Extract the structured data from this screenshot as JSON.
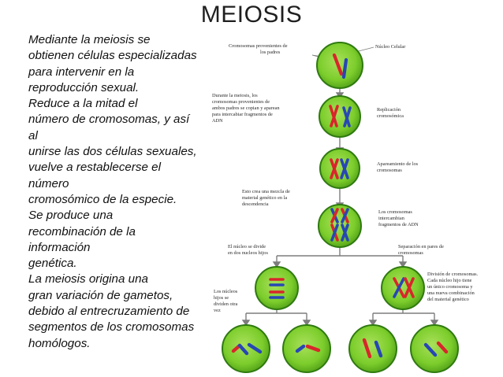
{
  "slide": {
    "title": "MEIOSIS",
    "body_lines": [
      "Mediante la meiosis se",
      "obtienen células especializadas",
      "para intervenir en la",
      "reproducción sexual.",
      "Reduce a la mitad el",
      "número de cromosomas, y así",
      "al",
      "unirse las dos células sexuales,",
      "vuelve a restablecerse el",
      "número",
      "cromosómico de la especie.",
      "Se produce una",
      "recombinación de la",
      "información",
      "genética.",
      "La meiosis origina una",
      "gran variación de gametos,",
      "debido al entrecruzamiento de",
      "segmentos de los cromosomas",
      "homólogos."
    ]
  },
  "diagram": {
    "label_parents_1": "Cromosomas provenientes de",
    "label_parents_2": "los padres",
    "label_nucleus": "Núcleo Celular",
    "label_during_1": "Durante la meiosis, los",
    "label_during_2": "cromosomas provenientes de",
    "label_during_3": "ambos padres se copian y aparean",
    "label_during_4": "para intercabiar fragmentos de",
    "label_during_5": "ADN",
    "label_replication_1": "Replicación",
    "label_replication_2": "cromosómica",
    "label_pairing_1": "Apareamiento de los",
    "label_pairing_2": "cromosomas",
    "label_mix_1": "Esto crea una mezcla de",
    "label_mix_2": "material genético en la",
    "label_mix_3": "descendencia",
    "label_exchange_1": "Los cromosomas",
    "label_exchange_2": "intercambian",
    "label_exchange_3": "fragmentos de ADN",
    "label_divides_1": "El núcleo se divide",
    "label_divides_2": "en dos nucleos hijos",
    "label_separation_1": "Separación en pares de",
    "label_separation_2": "cromosomas",
    "label_nuclei_1": "Los núcleos",
    "label_nuclei_2": "hijos se",
    "label_nuclei_3": "dividen otra",
    "label_nuclei_4": "vez",
    "label_division_1": "División de cromosomas.",
    "label_division_2": "Cada núcleo hijo tiene",
    "label_division_3": "un único cromosoma y",
    "label_division_4": "una nueva combinación",
    "label_division_5": "del material genético"
  },
  "colors": {
    "cell_fill": "#7ccd2c",
    "cell_border": "#2f7a10",
    "chromosome_red": "#d8262b",
    "chromosome_blue": "#2747b4",
    "arrow": "#7d7d7d"
  }
}
